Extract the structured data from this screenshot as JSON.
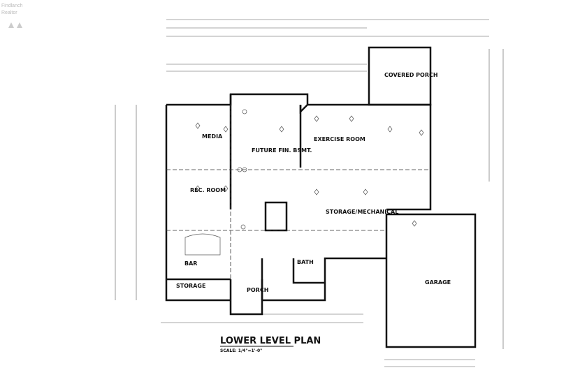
{
  "logo": {
    "text": "Findlanch Realtor"
  },
  "plan": {
    "title": "LOWER LEVEL PLAN",
    "scale": "SCALE: 1/4\"=1'-0\"",
    "rooms": {
      "covered_porch": "COVERED PORCH",
      "media": "MEDIA",
      "future_fin_bsmt": "FUTURE FIN. BSMT.",
      "exercise_room": "EXERCISE ROOM",
      "rec_room": "REC. ROOM",
      "storage_mechanical": "STORAGE/MECHANICAL",
      "bar": "BAR",
      "bath": "BATH",
      "storage": "STORAGE",
      "porch": "PORCH",
      "garage": "GARAGE"
    }
  },
  "colors": {
    "line": "#111111",
    "background": "#ffffff"
  }
}
